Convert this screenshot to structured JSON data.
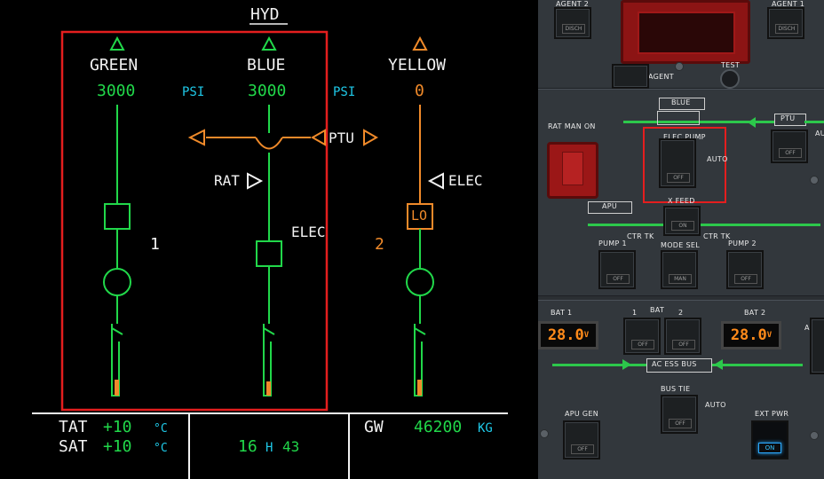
{
  "ecam": {
    "title": "HYD",
    "systems": [
      {
        "name": "GREEN",
        "pressure": "3000"
      },
      {
        "name": "BLUE",
        "pressure": "3000"
      },
      {
        "name": "YELLOW",
        "pressure": "0"
      }
    ],
    "psi_label": "PSI",
    "ptu_label": "PTU",
    "rat_label": "RAT",
    "elec_blue_label": "ELEC",
    "elec_yellow_label": "ELEC",
    "lo_label": "LO",
    "engine_1": "1",
    "engine_2": "2",
    "colors": {
      "green": "#21d84a",
      "amber": "#f08a2a",
      "cyan": "#1fc9e8",
      "white": "#f2f2f2",
      "highlight": "#e41e1e"
    }
  },
  "footer": {
    "tat_label": "TAT",
    "tat_value": "+10",
    "sat_label": "SAT",
    "sat_value": "+10",
    "temp_unit": "°C",
    "time_hours": "16",
    "time_h": "H",
    "time_minutes": "43",
    "gw_label": "GW",
    "gw_value": "46200",
    "gw_unit": "KG"
  },
  "overhead": {
    "agent_left": "AGENT 2",
    "agent_right": "AGENT 1",
    "agent_label": "AGENT",
    "test_label": "TEST",
    "blue_label": "BLUE",
    "elec_pump_label": "ELEC PUMP",
    "rat_man_on": "RAT MAN ON",
    "ptu_label": "PTU",
    "auto_label": "AUTO",
    "off_label": "OFF",
    "apu_label": "APU",
    "x_feed_label": "X FEED",
    "on_label": "ON",
    "ctr_tk_label": "CTR TK",
    "pump1_label": "PUMP 1",
    "pump2_label": "PUMP 2",
    "mode_sel_label": "MODE SEL",
    "man_label": "MAN",
    "bat1_label": "BAT 1",
    "bat_label": "BAT",
    "bat_num_1": "1",
    "bat_num_2": "2",
    "bat2_label": "BAT 2",
    "bat1_value": "28.0",
    "bat2_value": "28.0",
    "volt_unit": "V",
    "ac_ess_bus": "AC ESS BUS",
    "ac_es_label": "AC ES",
    "bus_tie_label": "BUS TIE",
    "apu_gen_label": "APU GEN",
    "ext_pwr_label": "EXT PWR",
    "ext_pwr_on": "ON",
    "disch_label": "DISCH"
  }
}
